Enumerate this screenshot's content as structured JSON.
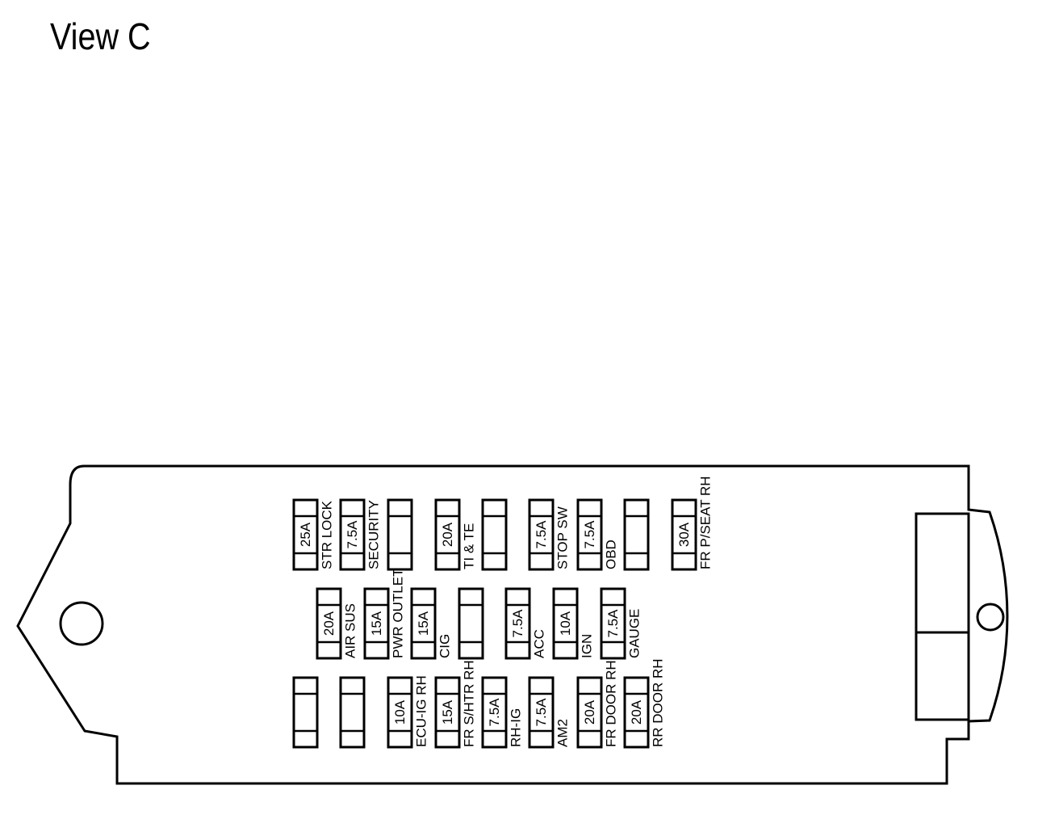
{
  "title": "View C",
  "fuses": [
    {
      "rating": "25A",
      "label": "STR LOCK"
    },
    {
      "rating": "7.5A",
      "label": "SECURITY"
    },
    {
      "rating": "",
      "label": ""
    },
    {
      "rating": "20A",
      "label": "TI & TE"
    },
    {
      "rating": "",
      "label": ""
    },
    {
      "rating": "7.5A",
      "label": "STOP SW"
    },
    {
      "rating": "7.5A",
      "label": "OBD"
    },
    {
      "rating": "",
      "label": ""
    },
    {
      "rating": "30A",
      "label": "FR P/SEAT RH"
    },
    {
      "rating": "20A",
      "label": "AIR SUS"
    },
    {
      "rating": "15A",
      "label": "PWR OUTLET"
    },
    {
      "rating": "15A",
      "label": "CIG"
    },
    {
      "rating": "",
      "label": ""
    },
    {
      "rating": "7.5A",
      "label": "ACC"
    },
    {
      "rating": "10A",
      "label": "IGN"
    },
    {
      "rating": "7.5A",
      "label": "GAUGE"
    },
    {
      "rating": "",
      "label": ""
    },
    {
      "rating": "",
      "label": ""
    },
    {
      "rating": "10A",
      "label": "ECU-IG RH"
    },
    {
      "rating": "15A",
      "label": "FR S/HTR RH"
    },
    {
      "rating": "7.5A",
      "label": "RH-IG"
    },
    {
      "rating": "7.5A",
      "label": "AM2"
    },
    {
      "rating": "20A",
      "label": "FR DOOR RH"
    },
    {
      "rating": "20A",
      "label": "RR DOOR RH"
    }
  ]
}
